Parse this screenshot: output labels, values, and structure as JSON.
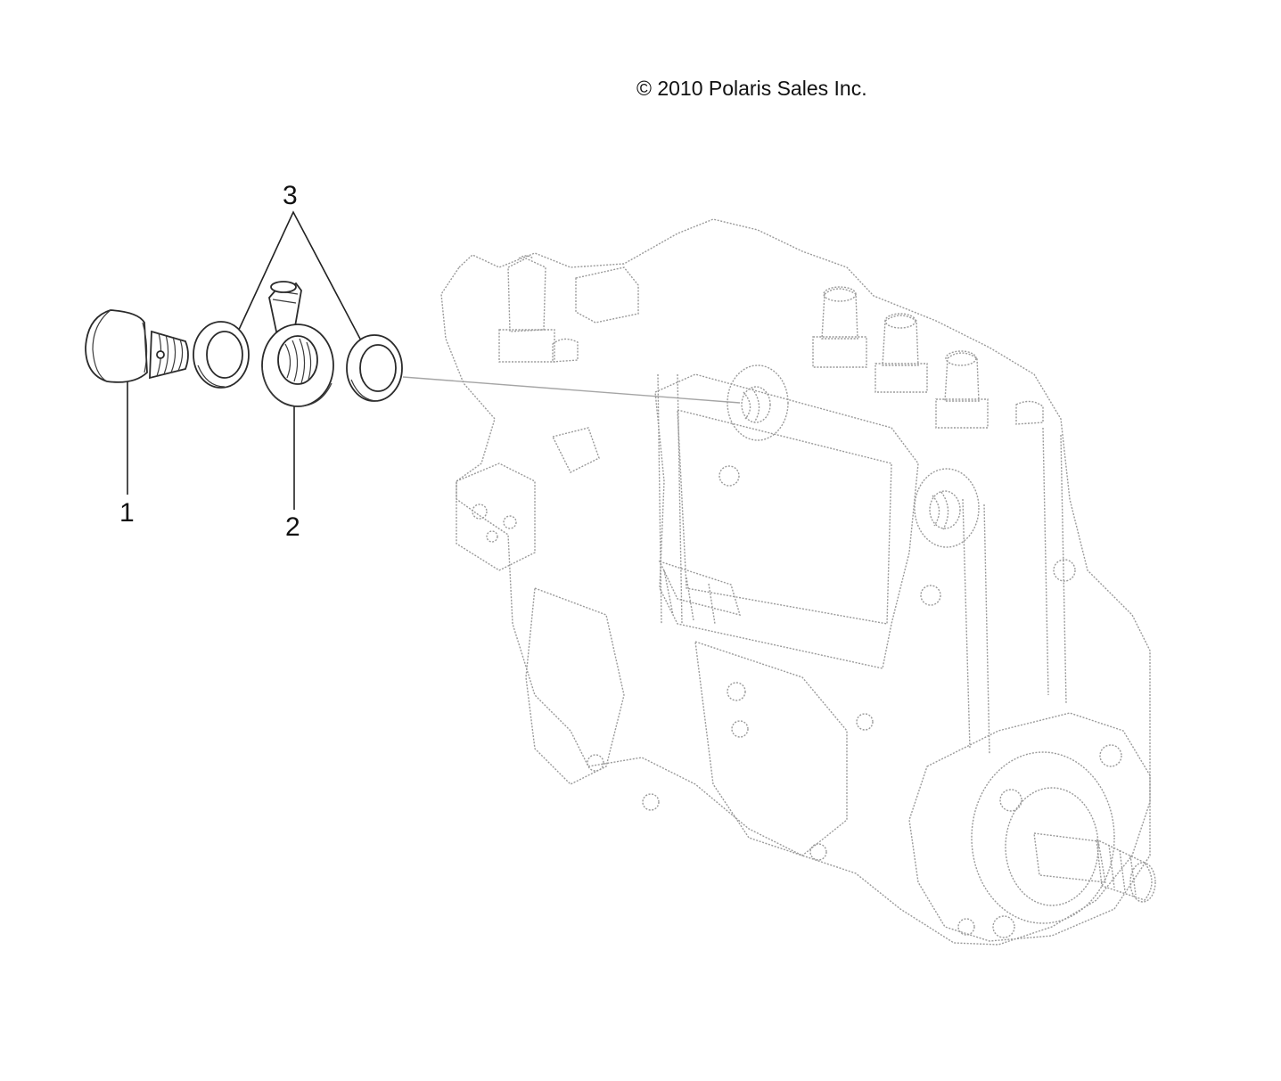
{
  "copyright": "© 2010 Polaris Sales Inc.",
  "callouts": [
    {
      "id": "1",
      "label": "1"
    },
    {
      "id": "2",
      "label": "2"
    },
    {
      "id": "3",
      "label": "3"
    }
  ],
  "colors": {
    "line_dark": "#2a2a2a",
    "line_ghost": "#9a9a9a",
    "background": "#ffffff"
  }
}
